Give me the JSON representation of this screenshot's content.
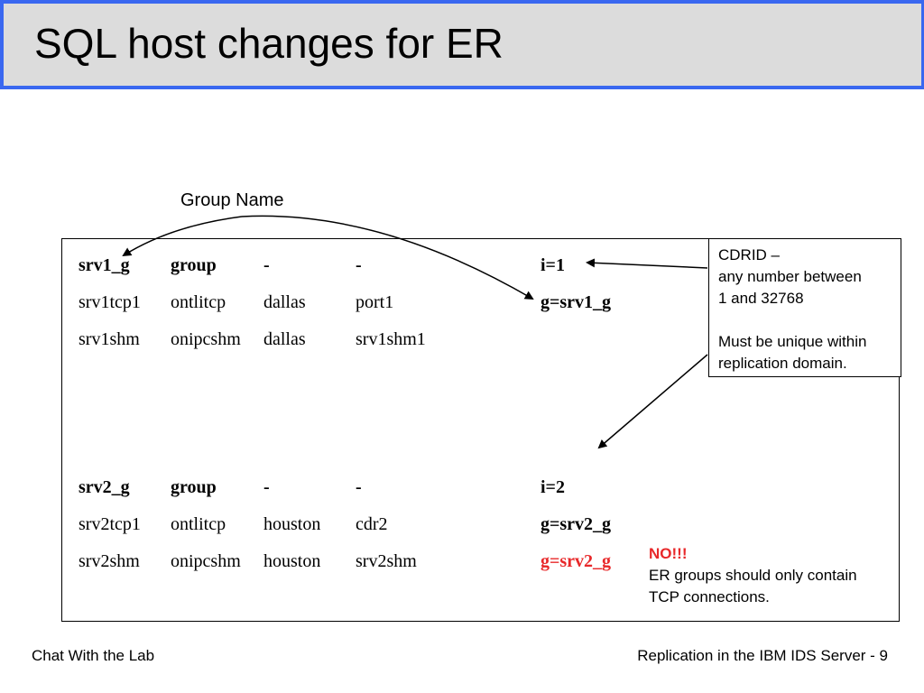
{
  "slide": {
    "title": "SQL host changes for ER",
    "group_name_label": "Group Name",
    "rows": [
      {
        "name": "srv1_g",
        "protocol": "group",
        "host": "-",
        "service": "-",
        "options": "i=1",
        "bold": true,
        "highlight": false
      },
      {
        "name": "srv1tcp1",
        "protocol": "ontlitcp",
        "host": "dallas",
        "service": "port1",
        "options": "g=srv1_g",
        "bold": false,
        "highlight": false
      },
      {
        "name": "srv1shm",
        "protocol": "onipcshm",
        "host": "dallas",
        "service": "srv1shm1",
        "options": "",
        "bold": false,
        "highlight": false
      },
      {
        "name": "srv2_g",
        "protocol": "group",
        "host": "-",
        "service": "-",
        "options": "i=2",
        "bold": true,
        "highlight": false
      },
      {
        "name": "srv2tcp1",
        "protocol": "ontlitcp",
        "host": "houston",
        "service": "cdr2",
        "options": "g=srv2_g",
        "bold": false,
        "highlight": false
      },
      {
        "name": "srv2shm",
        "protocol": "onipcshm",
        "host": "houston",
        "service": "srv2shm",
        "options": "g=srv2_g",
        "bold": false,
        "highlight": true
      }
    ],
    "callout": {
      "lines": [
        "CDRID –",
        "any number between",
        "1 and 32768",
        "",
        "Must be unique within",
        "replication domain."
      ]
    },
    "note": {
      "heading": "NO!!!",
      "lines": [
        "ER groups should only contain",
        "TCP connections."
      ],
      "heading_color": "#e8282a"
    }
  },
  "footer": {
    "left": "Chat With  the Lab",
    "right": "Replication in the IBM IDS Server - 9"
  },
  "colors": {
    "title_border": "#3a68f0",
    "title_background": "#dcdcdc",
    "warning": "#e8282a"
  }
}
